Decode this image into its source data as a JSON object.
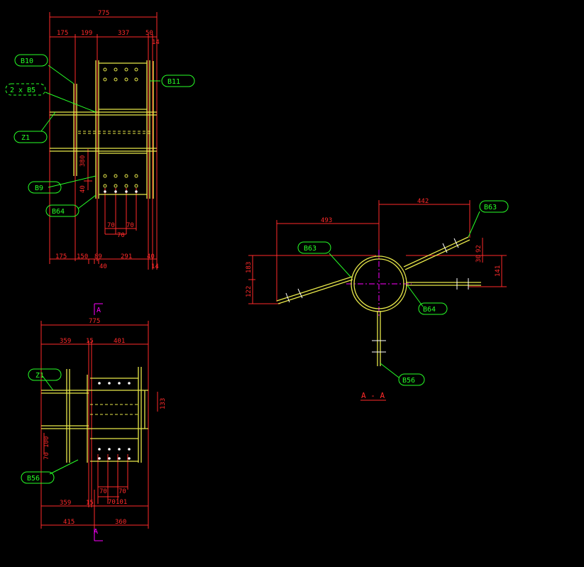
{
  "colors": {
    "background": "#000000",
    "steel": "#e8e84a",
    "dimension": "#ff2a2a",
    "tag": "#27ff27",
    "centerline": "#ff00ff",
    "hidden": "#ffffff"
  },
  "top_view": {
    "dims_top": [
      "775",
      "175",
      "199",
      "337",
      "50",
      "14"
    ],
    "dims_side": [
      "380",
      "40"
    ],
    "dims_bolt": [
      "70",
      "70",
      "70"
    ],
    "dims_bottom": [
      "175",
      "150",
      "89",
      "291",
      "40",
      "40",
      "14"
    ],
    "tags": [
      "B10",
      "2 x B5",
      "B11",
      "Z1",
      "B9",
      "B64"
    ]
  },
  "bottom_view": {
    "section_marker": "A",
    "dims_top": [
      "775",
      "359",
      "15",
      "401"
    ],
    "dims_side": [
      "133",
      "100",
      "70"
    ],
    "dims_bolt": [
      "70",
      "70",
      "70",
      "101"
    ],
    "dims_bottom": [
      "359",
      "15",
      "415",
      "360"
    ],
    "tags": [
      "Z1",
      "B56"
    ]
  },
  "section_view": {
    "dims": [
      "493",
      "442",
      "183",
      "122",
      "92",
      "30",
      "141"
    ],
    "tags": [
      "B63",
      "B63",
      "B64",
      "B56"
    ],
    "title": "A - A"
  }
}
